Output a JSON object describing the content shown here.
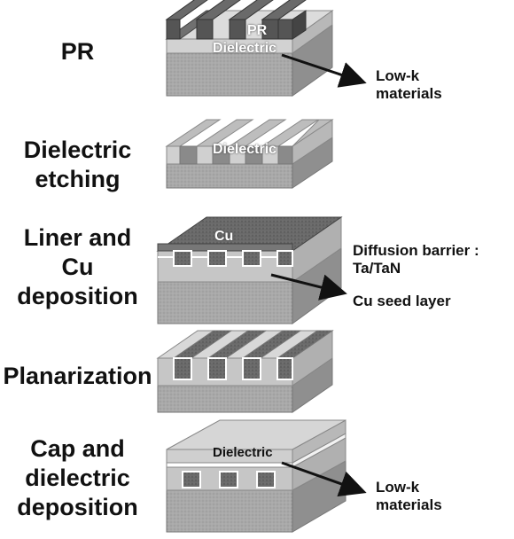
{
  "steps": [
    {
      "label": "PR"
    },
    {
      "label": "Dielectric\netching"
    },
    {
      "label": "Liner and\nCu\ndeposition"
    },
    {
      "label": "Planarization"
    },
    {
      "label": "Cap and\ndielectric\ndeposition"
    }
  ],
  "annotations": {
    "pr_layer": "PR",
    "dielectric_1": "Dielectric",
    "lowk_1": "Low-k\nmaterials",
    "dielectric_2": "Dielectric",
    "cu_layer": "Cu",
    "diffusion_barrier": "Diffusion barrier :\nTa/TaN",
    "cu_seed": "Cu seed layer",
    "dielectric_5": "Dielectric",
    "lowk_5": "Low-k\nmaterials"
  },
  "colors": {
    "substrate": "#a8a8a8",
    "dielectric": "#c8c8c8",
    "pr": "#5a5a5a",
    "cu": "#6e6e6e"
  }
}
